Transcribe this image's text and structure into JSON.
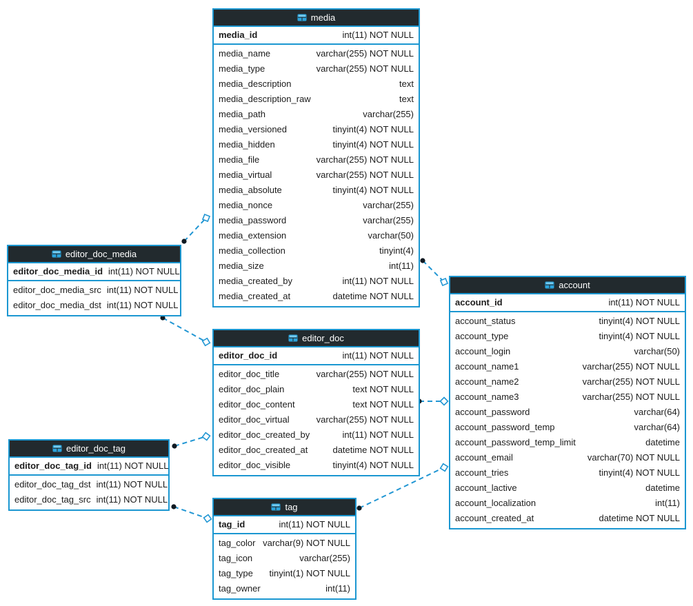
{
  "diagram": {
    "colors": {
      "border_blue": "#1b97d1",
      "header_background": "#222a2e",
      "header_text": "#ffffff",
      "relationship_line": "#2196d3",
      "endpoint_dot": "#101a22",
      "endpoint_diamond_fill": "#ffffff",
      "icon_blue": "#2ba3db",
      "row_text": "#1c1c1c"
    },
    "tables": [
      {
        "name": "media",
        "icon": "table-icon",
        "primary_key": {
          "field": "media_id",
          "type": "int(11) NOT NULL"
        },
        "columns": [
          {
            "field": "media_name",
            "type": "varchar(255) NOT NULL"
          },
          {
            "field": "media_type",
            "type": "varchar(255) NOT NULL"
          },
          {
            "field": "media_description",
            "type": "text"
          },
          {
            "field": "media_description_raw",
            "type": "text"
          },
          {
            "field": "media_path",
            "type": "varchar(255)"
          },
          {
            "field": "media_versioned",
            "type": "tinyint(4) NOT NULL"
          },
          {
            "field": "media_hidden",
            "type": "tinyint(4) NOT NULL"
          },
          {
            "field": "media_file",
            "type": "varchar(255) NOT NULL"
          },
          {
            "field": "media_virtual",
            "type": "varchar(255) NOT NULL"
          },
          {
            "field": "media_absolute",
            "type": "tinyint(4) NOT NULL"
          },
          {
            "field": "media_nonce",
            "type": "varchar(255)"
          },
          {
            "field": "media_password",
            "type": "varchar(255)"
          },
          {
            "field": "media_extension",
            "type": "varchar(50)"
          },
          {
            "field": "media_collection",
            "type": "tinyint(4)"
          },
          {
            "field": "media_size",
            "type": "int(11)"
          },
          {
            "field": "media_created_by",
            "type": "int(11) NOT NULL"
          },
          {
            "field": "media_created_at",
            "type": "datetime NOT NULL"
          }
        ]
      },
      {
        "name": "editor_doc_media",
        "icon": "table-icon",
        "primary_key": {
          "field": "editor_doc_media_id",
          "type": "int(11) NOT NULL"
        },
        "columns": [
          {
            "field": "editor_doc_media_src",
            "type": "int(11) NOT NULL"
          },
          {
            "field": "editor_doc_media_dst",
            "type": "int(11) NOT NULL"
          }
        ]
      },
      {
        "name": "editor_doc",
        "icon": "table-icon",
        "primary_key": {
          "field": "editor_doc_id",
          "type": "int(11) NOT NULL"
        },
        "columns": [
          {
            "field": "editor_doc_title",
            "type": "varchar(255) NOT NULL"
          },
          {
            "field": "editor_doc_plain",
            "type": "text NOT NULL"
          },
          {
            "field": "editor_doc_content",
            "type": "text NOT NULL"
          },
          {
            "field": "editor_doc_virtual",
            "type": "varchar(255) NOT NULL"
          },
          {
            "field": "editor_doc_created_by",
            "type": "int(11) NOT NULL"
          },
          {
            "field": "editor_doc_created_at",
            "type": "datetime NOT NULL"
          },
          {
            "field": "editor_doc_visible",
            "type": "tinyint(4) NOT NULL"
          }
        ]
      },
      {
        "name": "editor_doc_tag",
        "icon": "table-icon",
        "primary_key": {
          "field": "editor_doc_tag_id",
          "type": "int(11) NOT NULL"
        },
        "columns": [
          {
            "field": "editor_doc_tag_dst",
            "type": "int(11) NOT NULL"
          },
          {
            "field": "editor_doc_tag_src",
            "type": "int(11) NOT NULL"
          }
        ]
      },
      {
        "name": "tag",
        "icon": "table-icon",
        "primary_key": {
          "field": "tag_id",
          "type": "int(11) NOT NULL"
        },
        "columns": [
          {
            "field": "tag_color",
            "type": "varchar(9) NOT NULL"
          },
          {
            "field": "tag_icon",
            "type": "varchar(255)"
          },
          {
            "field": "tag_type",
            "type": "tinyint(1) NOT NULL"
          },
          {
            "field": "tag_owner",
            "type": "int(11)"
          }
        ]
      },
      {
        "name": "account",
        "icon": "table-icon",
        "primary_key": {
          "field": "account_id",
          "type": "int(11) NOT NULL"
        },
        "columns": [
          {
            "field": "account_status",
            "type": "tinyint(4) NOT NULL"
          },
          {
            "field": "account_type",
            "type": "tinyint(4) NOT NULL"
          },
          {
            "field": "account_login",
            "type": "varchar(50)"
          },
          {
            "field": "account_name1",
            "type": "varchar(255) NOT NULL"
          },
          {
            "field": "account_name2",
            "type": "varchar(255) NOT NULL"
          },
          {
            "field": "account_name3",
            "type": "varchar(255) NOT NULL"
          },
          {
            "field": "account_password",
            "type": "varchar(64)"
          },
          {
            "field": "account_password_temp",
            "type": "varchar(64)"
          },
          {
            "field": "account_password_temp_limit",
            "type": "datetime"
          },
          {
            "field": "account_email",
            "type": "varchar(70) NOT NULL"
          },
          {
            "field": "account_tries",
            "type": "tinyint(4) NOT NULL"
          },
          {
            "field": "account_lactive",
            "type": "datetime"
          },
          {
            "field": "account_localization",
            "type": "int(11)"
          },
          {
            "field": "account_created_at",
            "type": "datetime NOT NULL"
          }
        ]
      }
    ],
    "relationships": [
      {
        "from": "editor_doc_media",
        "to": "media"
      },
      {
        "from": "editor_doc_media",
        "to": "editor_doc"
      },
      {
        "from": "media",
        "to": "account"
      },
      {
        "from": "editor_doc",
        "to": "account"
      },
      {
        "from": "tag",
        "to": "account"
      },
      {
        "from": "editor_doc_tag",
        "to": "editor_doc"
      },
      {
        "from": "editor_doc_tag",
        "to": "tag"
      }
    ]
  }
}
